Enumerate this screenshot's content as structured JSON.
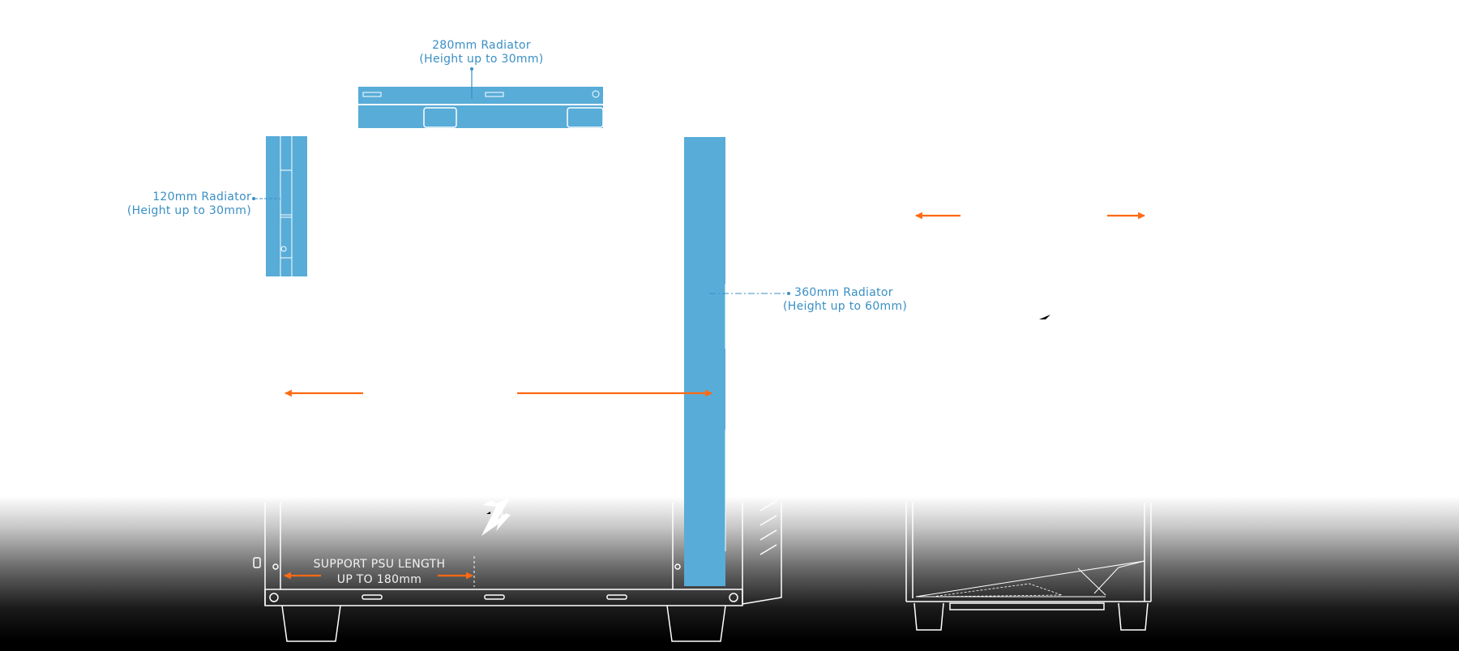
{
  "radiators": {
    "top": {
      "title": "280mm Radiator",
      "note": "(Height up to 30mm)"
    },
    "rear": {
      "title": "120mm Radiator",
      "note": "(Height up to 30mm)"
    },
    "front": {
      "title": "360mm Radiator",
      "note": "(Height up to 60mm)"
    }
  },
  "psu": {
    "line1": "SUPPORT PSU LENGTH",
    "line2": "UP TO 180mm"
  },
  "colors": {
    "radiator": "#58acd8",
    "label": "#3a8fc5",
    "arrow": "#ff6a13",
    "outline": "#ffffff"
  },
  "icons": [
    "aorus-eagle-logo-icon"
  ]
}
